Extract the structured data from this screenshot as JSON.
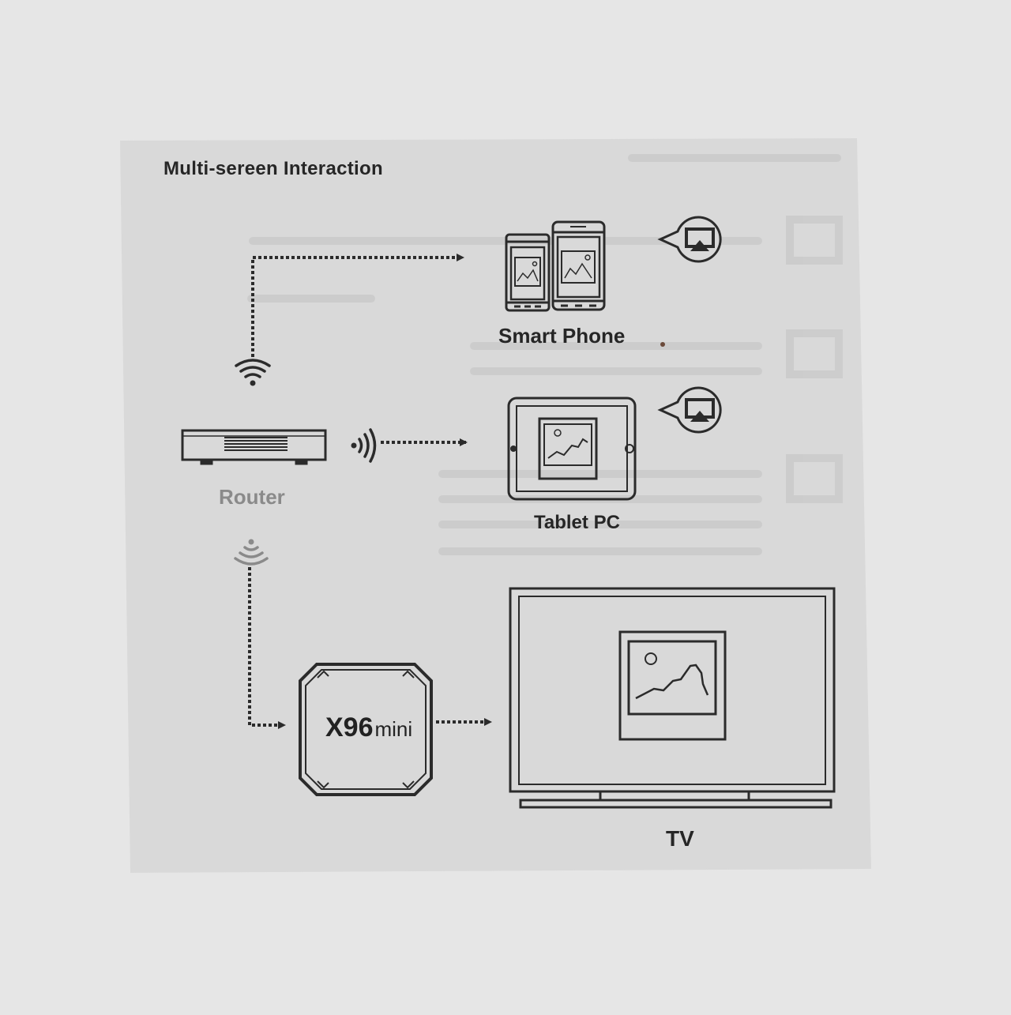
{
  "title": "Multi-sereen Interaction",
  "devices": {
    "smart_phone": "Smart Phone",
    "router": "Router",
    "tablet": "Tablet PC",
    "tv": "TV",
    "box_brand": "X96",
    "box_suffix": "mini"
  },
  "colors": {
    "paper": "#d9d9d9",
    "background": "#e6e6e6",
    "ink": "#2b2b2b",
    "router_ink": "#8a8a8a"
  },
  "icons": [
    "wifi-icon",
    "airplay-icon",
    "image-icon",
    "arrow-icon"
  ]
}
